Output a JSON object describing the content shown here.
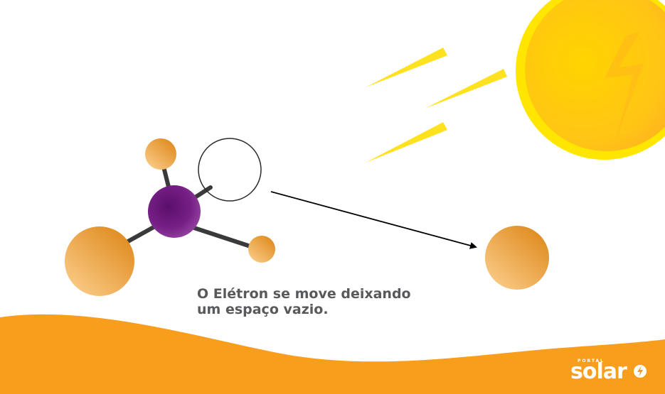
{
  "caption": {
    "line1": "O Elétron se move deixando",
    "line2": "um espaço vazio."
  },
  "logo": {
    "small": "PORTAL",
    "word": "solar"
  },
  "colors": {
    "orange_wave": "#f99d1c",
    "sun_yellow": "#ffd21a",
    "sun_rim": "#ffe600",
    "ray_yellow": "#ffe21f",
    "atom_orange": "#e8a13a",
    "nucleus_purple": "#6b1f7b",
    "bond_gray": "#3a3a3a",
    "caption_gray": "#58595b"
  }
}
